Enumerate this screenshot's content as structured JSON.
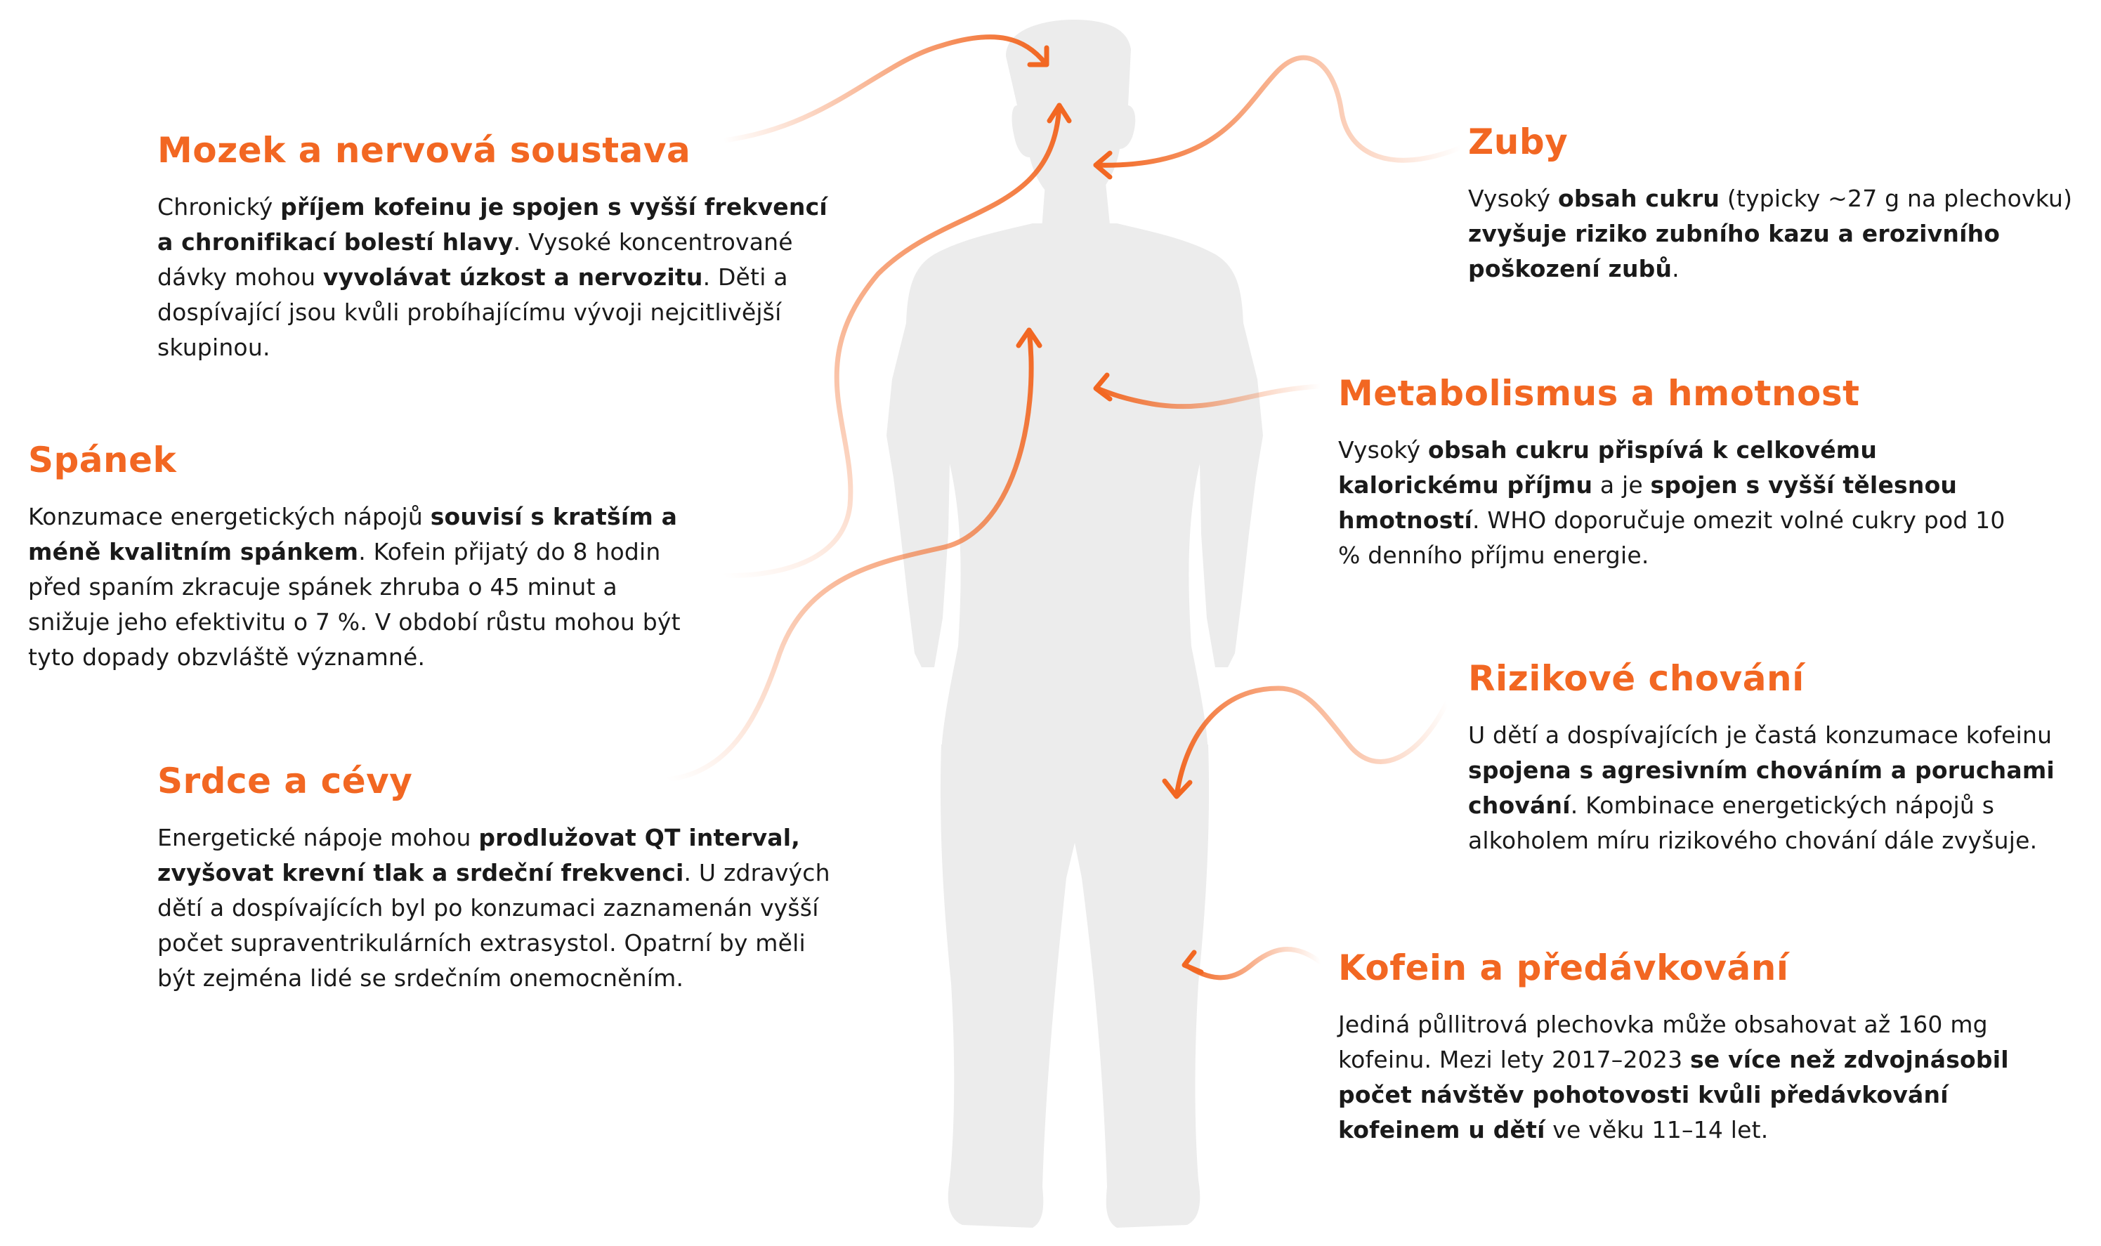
{
  "colors": {
    "accent": "#f26722",
    "silhouette": "#ececec",
    "text": "#1a1a1a"
  },
  "icons": [
    "human-silhouette",
    "curved-arrow"
  ],
  "sections": {
    "mozek": {
      "title": "Mozek a nervová soustava",
      "parts": [
        {
          "t": "Chronický ",
          "b": false
        },
        {
          "t": "příjem kofeinu je spojen s vyšší frekvencí a chronifikací bolestí hlavy",
          "b": true
        },
        {
          "t": ". Vysoké koncentrované dávky mohou ",
          "b": false
        },
        {
          "t": "vyvolávat úzkost a nervozitu",
          "b": true
        },
        {
          "t": ". Děti a dospívající jsou kvůli probíhajícímu vývoji nejcitlivější skupinou.",
          "b": false
        }
      ]
    },
    "spanek": {
      "title": "Spánek",
      "parts": [
        {
          "t": "Konzumace energetických nápojů ",
          "b": false
        },
        {
          "t": "souvisí s kratším a méně kvalitním spánkem",
          "b": true
        },
        {
          "t": ". Kofein přijatý do 8 hodin před spaním zkracuje spánek zhruba o 45 minut a snižuje jeho efektivitu o 7 %. V období růstu mohou být tyto dopady obzvláště významné.",
          "b": false
        }
      ]
    },
    "srdce": {
      "title": "Srdce a cévy",
      "parts": [
        {
          "t": "Energetické nápoje mohou ",
          "b": false
        },
        {
          "t": "prodlužovat QT interval, zvyšovat krevní tlak a srdeční frekvenci",
          "b": true
        },
        {
          "t": ". U zdravých dětí a dospívajících byl po konzumaci zaznamenán vyšší počet supraventrikulárních extrasystol. Opatrní by měli být zejména lidé se srdečním onemocněním.",
          "b": false
        }
      ]
    },
    "zuby": {
      "title": "Zuby",
      "parts": [
        {
          "t": "Vysoký ",
          "b": false
        },
        {
          "t": "obsah cukru",
          "b": true
        },
        {
          "t": " (typicky ~27 g na plechovku) ",
          "b": false
        },
        {
          "t": "zvyšuje riziko zubního kazu a erozivního poškození zubů",
          "b": true
        },
        {
          "t": ".",
          "b": false
        }
      ]
    },
    "metabolismus": {
      "title": "Metabolismus a hmotnost",
      "parts": [
        {
          "t": "Vysoký ",
          "b": false
        },
        {
          "t": "obsah cukru přispívá k celkovému kalorickému příjmu",
          "b": true
        },
        {
          "t": " a je ",
          "b": false
        },
        {
          "t": "spojen s vyšší tělesnou hmotností",
          "b": true
        },
        {
          "t": ". WHO doporučuje omezit volné cukry pod 10 % denního příjmu energie.",
          "b": false
        }
      ]
    },
    "riziko": {
      "title": "Rizikové chování",
      "parts": [
        {
          "t": "U dětí a dospívajících je častá konzumace kofeinu ",
          "b": false
        },
        {
          "t": "spojena s agresivním chováním a poruchami chování",
          "b": true
        },
        {
          "t": ". Kombinace energetických nápojů s alkoholem míru rizikového chování dále zvyšuje.",
          "b": false
        }
      ]
    },
    "kofein": {
      "title": "Kofein a předávkování",
      "parts": [
        {
          "t": "Jediná půllitrová plechovka může obsahovat až 160 mg kofeinu. Mezi lety 2017–2023 ",
          "b": false
        },
        {
          "t": "se více než zdvojnásobil počet návštěv pohotovosti kvůli předávkování kofeinem u dětí",
          "b": true
        },
        {
          "t": " ve věku 11–14 let.",
          "b": false
        }
      ]
    }
  }
}
